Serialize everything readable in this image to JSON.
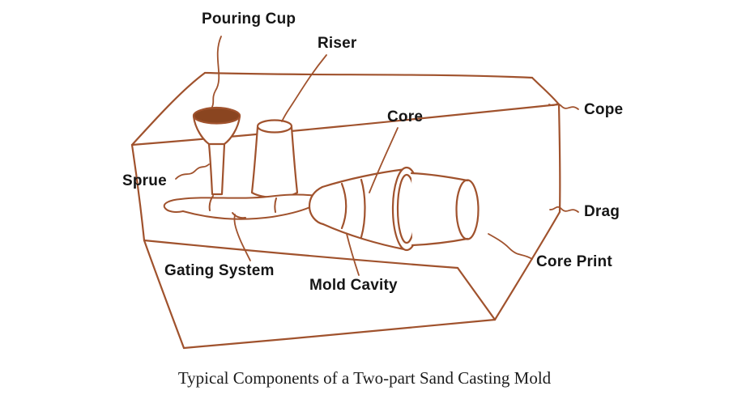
{
  "diagram": {
    "caption": "Typical Components of a Two-part Sand Casting Mold",
    "colors": {
      "sketch": "#a0522d",
      "sketch_dark": "#8a4520",
      "label": "#161616",
      "background": "#ffffff"
    },
    "labels": {
      "pouring_cup": "Pouring Cup",
      "riser": "Riser",
      "core": "Core",
      "cope": "Cope",
      "sprue": "Sprue",
      "drag": "Drag",
      "gating_system": "Gating System",
      "mold_cavity": "Mold Cavity",
      "core_print": "Core Print"
    }
  }
}
